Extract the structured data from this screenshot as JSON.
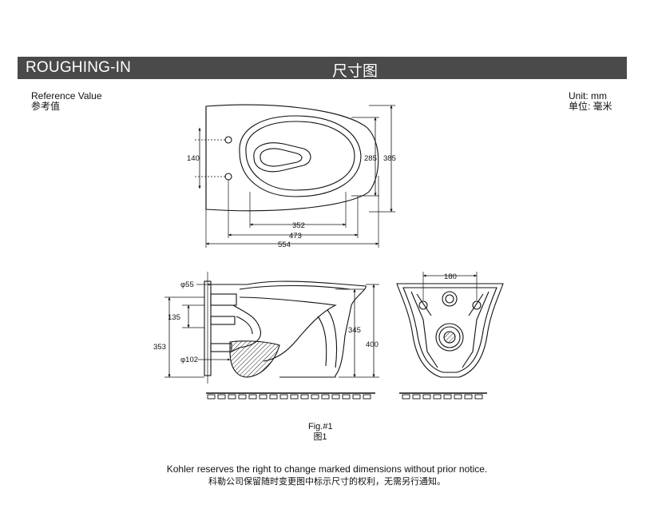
{
  "header": {
    "title_en": "ROUGHING-IN",
    "title_zh": "尺寸图",
    "bg_color": "#4a4a4a"
  },
  "reference": {
    "en": "Reference Value",
    "zh": "参考值"
  },
  "unit": {
    "en": "Unit: mm",
    "zh": "单位: 毫米"
  },
  "top_view": {
    "dims": {
      "holes": "140",
      "bowl_width": "285",
      "overall_width": "385",
      "d352": "352",
      "d473": "473",
      "d554": "554"
    }
  },
  "side_view": {
    "dims": {
      "pipe_dia": "φ55",
      "d135": "135",
      "d353": "353",
      "d102": "φ102",
      "d345": "345",
      "d400": "400"
    }
  },
  "rear_view": {
    "dims": {
      "d180": "180"
    }
  },
  "figure": {
    "en": "Fig.#1",
    "zh": "图1"
  },
  "footer": {
    "en": "Kohler reserves the right to change marked dimensions without prior notice.",
    "zh": "科勒公司保留随时变更图中标示尺寸的权利，无需另行通知。"
  }
}
